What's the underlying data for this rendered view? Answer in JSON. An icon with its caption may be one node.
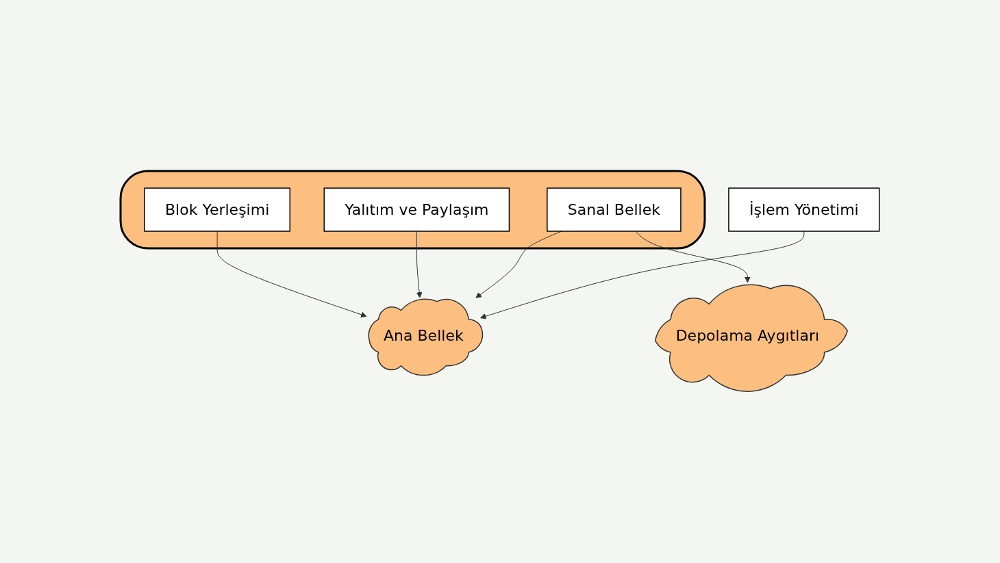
{
  "diagram": {
    "nodes": [
      {
        "text": [],
        "shape": "box"
      },
      {
        "text": [
          "Yalıtım ve Paylaşım"
        ],
        "in": 0
      },
      {
        "text": [
          "Blok Yerleşimi"
        ],
        "in": 0
      },
      {
        "text": [
          "Sanal Bellek"
        ],
        "in": 0
      },
      {
        "text": [
          "İşlem Yönetimi"
        ]
      },
      {
        "text": [
          "Ana Bellek"
        ]
      },
      {
        "text": [
          "Depolama Aygıtları"
        ]
      }
    ],
    "edges": [
      {
        "from": 2,
        "to": 5,
        "arrow": "to"
      },
      {
        "from": 1,
        "to": 5,
        "arrow": "to"
      },
      {
        "from": 3,
        "to": 5,
        "arrow": "to"
      },
      {
        "from": 3,
        "to": 6,
        "arrow": "to"
      },
      {
        "from": 4,
        "to": 5,
        "arrow": "to"
      }
    ]
  }
}
